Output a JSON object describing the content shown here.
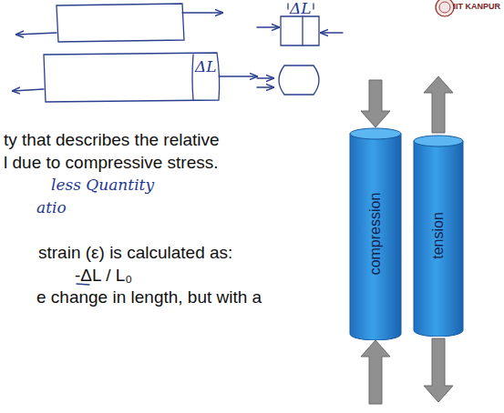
{
  "diagram": {
    "nodes": [
      {
        "text": [
          "compression"
        ]
      },
      {
        "text": [
          "tension"
        ]
      }
    ],
    "labels": [
      "ΔL",
      "ΔL",
      "IIT KANPUR",
      "ty that describes the relative",
      "l due to compressive stress.",
      "less Quantity",
      "atio",
      "strain (ε) is calculated as:",
      "-ΔL / L₀",
      "e change in length, but with a"
    ]
  }
}
